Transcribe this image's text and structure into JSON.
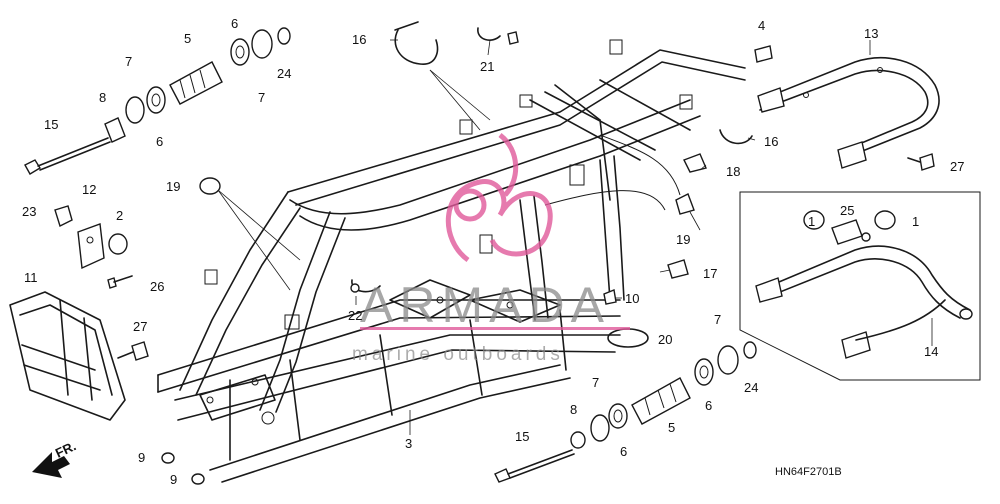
{
  "diagram": {
    "code": "HN64F2701B",
    "direction_label": "FR.",
    "callouts": [
      {
        "id": "c1a",
        "label": "1"
      },
      {
        "id": "c1b",
        "label": "1"
      },
      {
        "id": "c2",
        "label": "2"
      },
      {
        "id": "c3",
        "label": "3"
      },
      {
        "id": "c4",
        "label": "4"
      },
      {
        "id": "c5a",
        "label": "5"
      },
      {
        "id": "c5b",
        "label": "5"
      },
      {
        "id": "c6a",
        "label": "6"
      },
      {
        "id": "c6b",
        "label": "6"
      },
      {
        "id": "c6c",
        "label": "6"
      },
      {
        "id": "c6d",
        "label": "6"
      },
      {
        "id": "c7a",
        "label": "7"
      },
      {
        "id": "c7b",
        "label": "7"
      },
      {
        "id": "c7c",
        "label": "7"
      },
      {
        "id": "c7d",
        "label": "7"
      },
      {
        "id": "c8a",
        "label": "8"
      },
      {
        "id": "c8b",
        "label": "8"
      },
      {
        "id": "c9a",
        "label": "9"
      },
      {
        "id": "c9b",
        "label": "9"
      },
      {
        "id": "c10",
        "label": "10"
      },
      {
        "id": "c11",
        "label": "11"
      },
      {
        "id": "c12",
        "label": "12"
      },
      {
        "id": "c13",
        "label": "13"
      },
      {
        "id": "c14",
        "label": "14"
      },
      {
        "id": "c15a",
        "label": "15"
      },
      {
        "id": "c15b",
        "label": "15"
      },
      {
        "id": "c16a",
        "label": "16"
      },
      {
        "id": "c16b",
        "label": "16"
      },
      {
        "id": "c17",
        "label": "17"
      },
      {
        "id": "c18",
        "label": "18"
      },
      {
        "id": "c19a",
        "label": "19"
      },
      {
        "id": "c19b",
        "label": "19"
      },
      {
        "id": "c20",
        "label": "20"
      },
      {
        "id": "c21",
        "label": "21"
      },
      {
        "id": "c22",
        "label": "22"
      },
      {
        "id": "c23",
        "label": "23"
      },
      {
        "id": "c24a",
        "label": "24"
      },
      {
        "id": "c24b",
        "label": "24"
      },
      {
        "id": "c25",
        "label": "25"
      },
      {
        "id": "c26",
        "label": "26"
      },
      {
        "id": "c27a",
        "label": "27"
      },
      {
        "id": "c27b",
        "label": "27"
      }
    ]
  },
  "watermark": {
    "brand": "ARMADA",
    "tagline": "marine outboards",
    "color": "#e0599a"
  }
}
